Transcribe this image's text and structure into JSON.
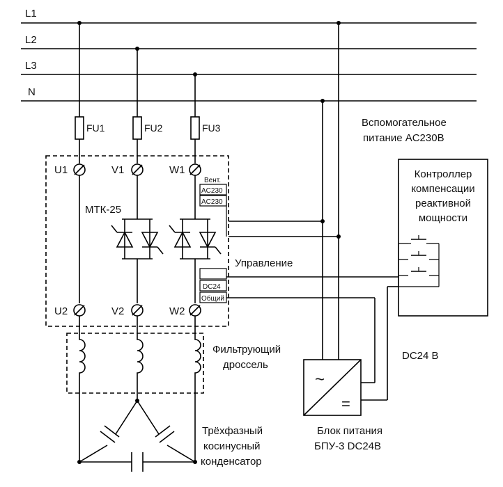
{
  "buses": {
    "l1": "L1",
    "l2": "L2",
    "l3": "L3",
    "n": "N"
  },
  "fuses": {
    "fu1": "FU1",
    "fu2": "FU2",
    "fu3": "FU3"
  },
  "terminals": {
    "u1": "U1",
    "v1": "V1",
    "w1": "W1",
    "u2": "U2",
    "v2": "V2",
    "w2": "W2"
  },
  "module": {
    "name": "МТК-25",
    "fan_label": "Вент.",
    "ac_label_1": "AC230",
    "ac_label_2": "AC230",
    "dc_label": "DC24",
    "common_label": "Общий"
  },
  "labels": {
    "aux_power_1": "Вспомогательное",
    "aux_power_2": "питание AC230В",
    "control": "Управление",
    "choke_1": "Фильтрующий",
    "choke_2": "дроссель",
    "cap_1": "Трёхфазный",
    "cap_2": "косинусный",
    "cap_3": "конденсатор",
    "psu_1": "Блок питания",
    "psu_2": "БПУ-3 DC24В",
    "dc24": "DC24 B"
  },
  "controller": {
    "line1": "Контроллер",
    "line2": "компенсации",
    "line3": "реактивной",
    "line4": "мощности"
  },
  "psu_symbols": {
    "ac": "~",
    "dc": "="
  }
}
